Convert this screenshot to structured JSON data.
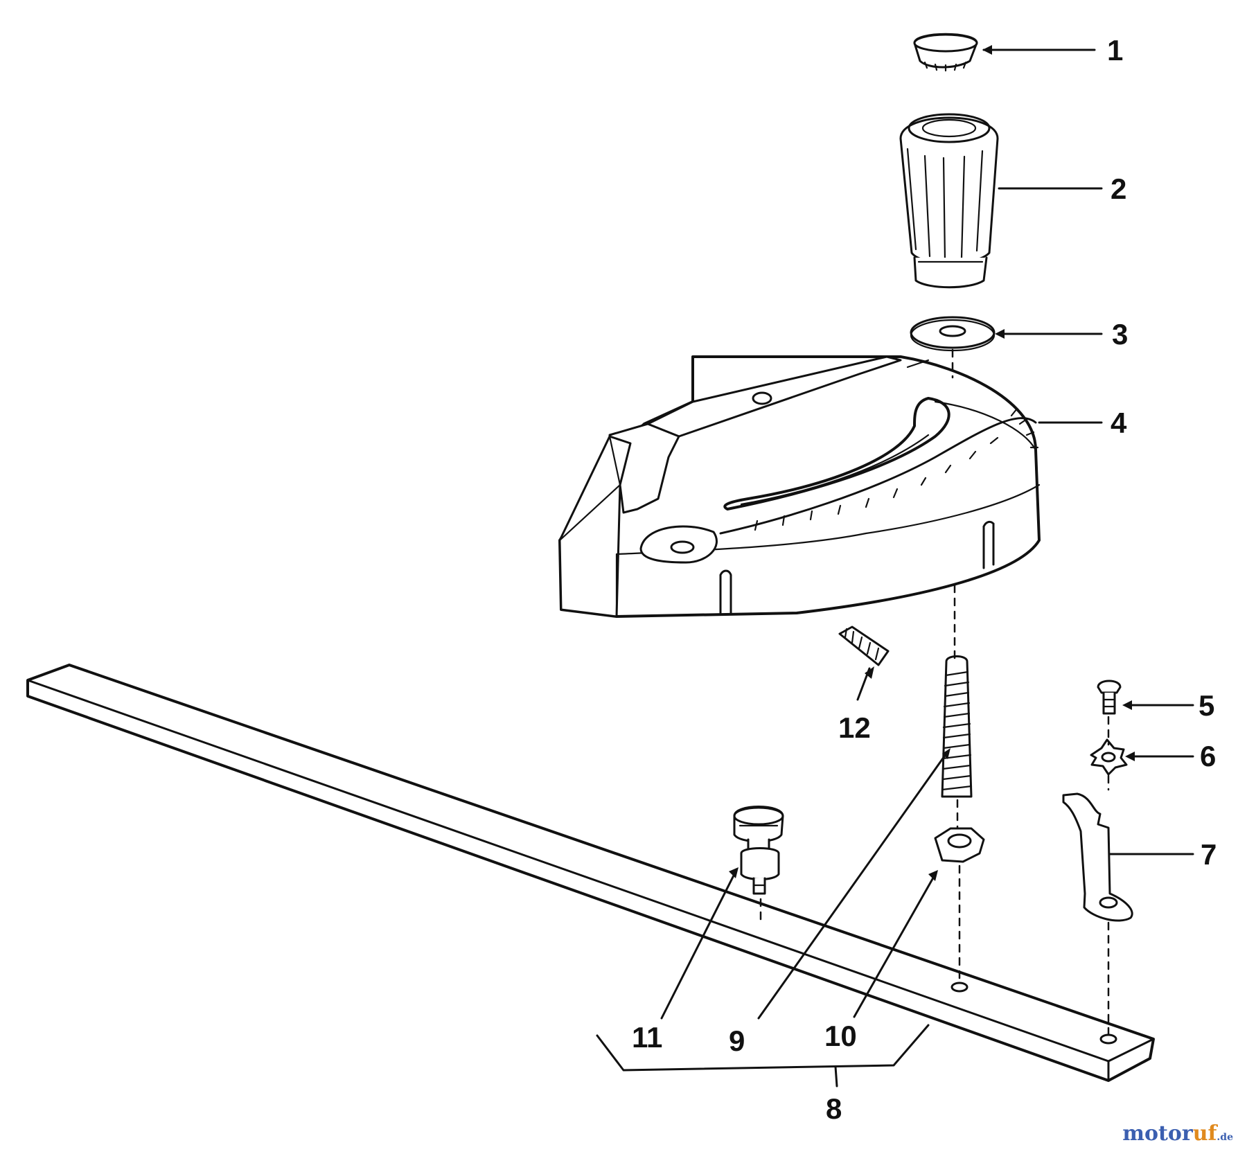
{
  "labels": {
    "p1": "1",
    "p2": "2",
    "p3": "3",
    "p4": "4",
    "p5": "5",
    "p6": "6",
    "p7": "7",
    "p8": "8",
    "p9": "9",
    "p10": "10",
    "p11": "11",
    "p12": "12"
  },
  "watermark": {
    "part1": "motor",
    "part2": "uf",
    "part3": ".de"
  }
}
